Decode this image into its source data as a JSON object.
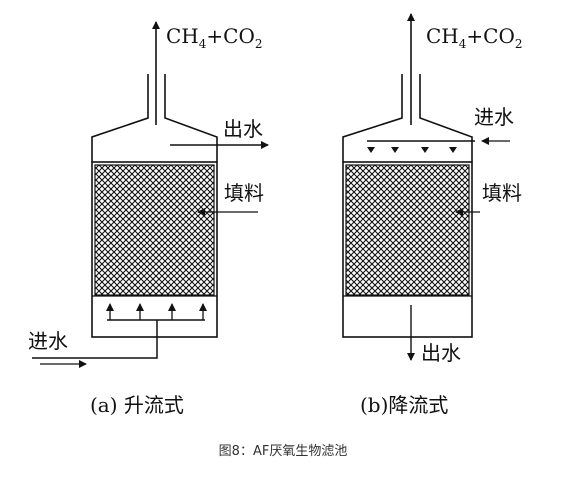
{
  "figure": {
    "caption": "图8：AF厌氧生物滤池"
  },
  "diagram_a": {
    "gas_label_main": "CH",
    "gas_label_sub1": "4",
    "gas_label_mid": "+CO",
    "gas_label_sub2": "2",
    "outlet_label": "出水",
    "media_label": "填料",
    "inlet_label": "进水",
    "title": "(a) 升流式"
  },
  "diagram_b": {
    "gas_label_main": "CH",
    "gas_label_sub1": "4",
    "gas_label_mid": "+CO",
    "gas_label_sub2": "2",
    "inlet_label": "进水",
    "media_label": "填料",
    "outlet_label": "出水",
    "title": "(b)降流式"
  },
  "colors": {
    "line": "#111111",
    "caption": "#333333"
  }
}
